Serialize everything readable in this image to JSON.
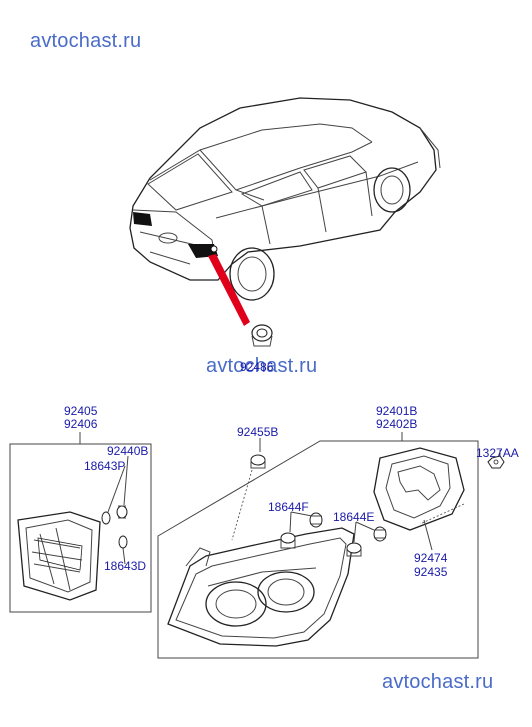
{
  "watermarks": [
    "avtochast.ru",
    "avtochast.ru",
    "avtochast.ru"
  ],
  "labels": {
    "p92486": "92486",
    "p92405": "92405",
    "p92406": "92406",
    "p92440B": "92440B",
    "p18643P": "18643P",
    "p18643D": "18643D",
    "p92455B": "92455B",
    "p18644F": "18644F",
    "p18644E": "18644E",
    "p92401B": "92401B",
    "p92402B": "92402B",
    "p1327AA": "1327AA",
    "p92474": "92474",
    "p92435": "92435"
  },
  "colors": {
    "label": "#1a1aa8",
    "watermark": "#4a6cc8",
    "pointer": "#e0001a"
  }
}
